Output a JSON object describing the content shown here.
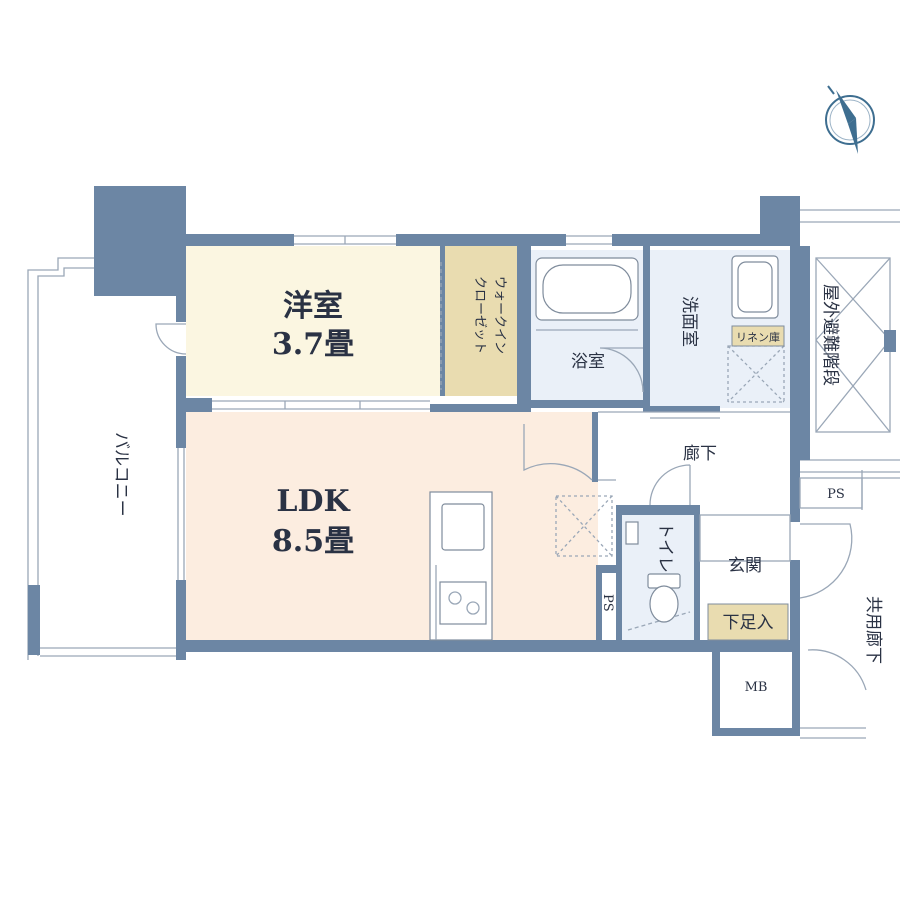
{
  "rooms": {
    "western_room": {
      "name": "洋室",
      "size": "3.7畳"
    },
    "ldk": {
      "name": "LDK",
      "size": "8.5畳"
    },
    "walk_in_closet": {
      "line1": "ウォークイン",
      "line2": "クローゼット"
    },
    "bathroom": "浴室",
    "washroom": "洗面室",
    "linen_closet": "リネン庫",
    "hallway": "廊下",
    "toilet": "トイレ",
    "entrance": "玄関",
    "shoe_closet": "下足入",
    "pipe_space_1": "PS",
    "pipe_space_2": "PS",
    "meter_box": "MB",
    "balcony": "バルコニー",
    "emergency_stairs": "屋外避難階段",
    "common_corridor": "共用廊下"
  },
  "colors": {
    "wall": "#6c86a4",
    "western_room": "#fbf6e1",
    "closet": "#e9dcb0",
    "ldk": "#fcede0",
    "wet_area": "#eaf0f8",
    "linen": "#e9dcb0",
    "compass": "#3e6e90"
  },
  "icons": {
    "compass": "north-compass-icon"
  }
}
